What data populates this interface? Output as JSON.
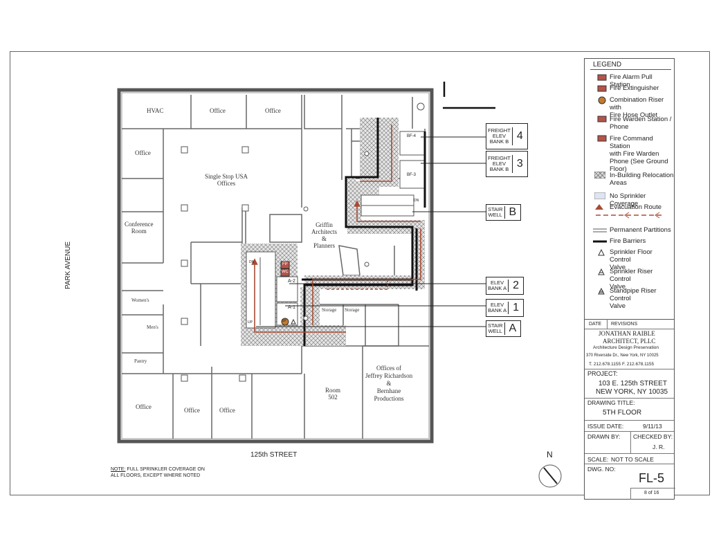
{
  "street_left": "PARK AVENUE",
  "street_bottom": "125th STREET",
  "north_label": "N",
  "note_prefix": "NOTE:",
  "note_line1": " FULL SPRINKLER COVERAGE ON",
  "note_line2": "ALL FLOORS, EXCEPT WHERE NOTED",
  "rooms": {
    "hvac": "HVAC",
    "office_top1": "Office",
    "office_top2": "Office",
    "office_left": "Office",
    "single_stop_1": "Single Stop USA",
    "single_stop_2": "Offices",
    "conference_1": "Conference",
    "conference_2": "Room",
    "griffin_1": "Griffin",
    "griffin_2": "Architects",
    "griffin_3": "&",
    "griffin_4": "Planners",
    "womens": "Women's",
    "mens": "Men's",
    "pantry": "Pantry",
    "office_bottom1": "Office",
    "office_bottom2": "Office",
    "office_bottom3": "Office",
    "room502_1": "Room",
    "room502_2": "502",
    "jr_1": "Offices of",
    "jr_2": "Jeffrey Richardson",
    "jr_3": "&",
    "jr_4": "Bernhane",
    "jr_5": "Productions",
    "storage1": "Storage",
    "storage2": "Storage",
    "a1": "A-1",
    "a2": "A-2",
    "bf3": "BF-3",
    "bf4": "BF-4",
    "dn1": "DN",
    "dn2": "DN",
    "up": "UP",
    "fp_tag": "FP",
    "wc_tag": "WC",
    "sp_tag": "SP"
  },
  "callouts": [
    {
      "label_1": "FREIGHT",
      "label_2": "ELEV",
      "label_3": "BANK B",
      "number": "4"
    },
    {
      "label_1": "FREIGHT",
      "label_2": "ELEV",
      "label_3": "BANK B",
      "number": "3"
    },
    {
      "label_1": "STAIR",
      "label_2": "WELL",
      "label_3": "",
      "number": "B"
    },
    {
      "label_1": "ELEV",
      "label_2": "BANK A",
      "label_3": "",
      "number": "2"
    },
    {
      "label_1": "ELEV",
      "label_2": "BANK A",
      "label_3": "",
      "number": "1"
    },
    {
      "label_1": "STAIR",
      "label_2": "WELL",
      "label_3": "",
      "number": "A"
    }
  ],
  "legend": {
    "title": "LEGEND",
    "items": [
      {
        "icon": "fire-alarm-pull-station-icon",
        "text_1": "Fire Alarm Pull Station",
        "text_2": "",
        "text_3": ""
      },
      {
        "icon": "fire-extinguisher-icon",
        "text_1": "Fire Extinguisher",
        "text_2": "",
        "text_3": ""
      },
      {
        "icon": "combination-riser-icon",
        "text_1": "Combination Riser with",
        "text_2": "Fire Hose Outlet",
        "text_3": ""
      },
      {
        "icon": "fire-warden-station-icon",
        "text_1": "Fire Warden Station /",
        "text_2": "Phone",
        "text_3": ""
      },
      {
        "icon": "fire-command-station-icon",
        "text_1": "Fire Command Station",
        "text_2": "with Fire Warden",
        "text_3": "Phone (See Ground Floor)"
      },
      {
        "icon": "relocation-area-icon",
        "text_1": "In-Building Relocation",
        "text_2": "Areas",
        "text_3": ""
      },
      {
        "icon": "no-sprinkler-icon",
        "text_1": "No Sprinkler Coverage",
        "text_2": "",
        "text_3": ""
      },
      {
        "icon": "evacuation-route-icon",
        "text_1": "Evacuation Route",
        "text_2": "",
        "text_3": ""
      },
      {
        "icon": "permanent-partition-icon",
        "text_1": "Permanent Partitions",
        "text_2": "",
        "text_3": ""
      },
      {
        "icon": "fire-barrier-icon",
        "text_1": "Fire Barriers",
        "text_2": "",
        "text_3": ""
      },
      {
        "icon": "sprinkler-floor-valve-icon",
        "text_1": "Sprinkler Floor Control",
        "text_2": "Valve",
        "text_3": ""
      },
      {
        "icon": "sprinkler-riser-valve-icon",
        "text_1": "Sprinkler Riser Control",
        "text_2": "Valve",
        "text_3": ""
      },
      {
        "icon": "standpipe-riser-valve-icon",
        "text_1": "Standpipe Riser Control",
        "text_2": "Valve",
        "text_3": ""
      }
    ]
  },
  "title_block": {
    "date_label": "DATE",
    "revisions_label": "REVISIONS",
    "firm_1": "JONATHAN RAIBLE",
    "firm_2": "ARCHITECT, PLLC",
    "firm_3": "Architecture Design Preservation",
    "address": "370 Riverside Dr., New York, NY 10025",
    "phones": "T. 212.678.1155  F. 212.678.1155",
    "project_label": "PROJECT:",
    "project_1": "103 E. 125th STREET",
    "project_2": "NEW YORK, NY 10035",
    "drawing_title_label": "DRAWING TITLE:",
    "drawing_title": "5TH FLOOR",
    "issue_date_label": "ISSUE DATE:",
    "issue_date": "9/11/13",
    "drawn_by_label": "DRAWN BY:",
    "checked_by_label": "CHECKED BY:",
    "checked_by": "J. R.",
    "scale_label": "SCALE:",
    "scale": "NOT TO SCALE",
    "dwg_no_label": "DWG. NO:",
    "dwg_no": "FL-5",
    "sheet": "8 of 16"
  },
  "colors": {
    "evacuation": "#a84b33",
    "barrier": "#111111",
    "relocation": "#cfcfcf"
  }
}
